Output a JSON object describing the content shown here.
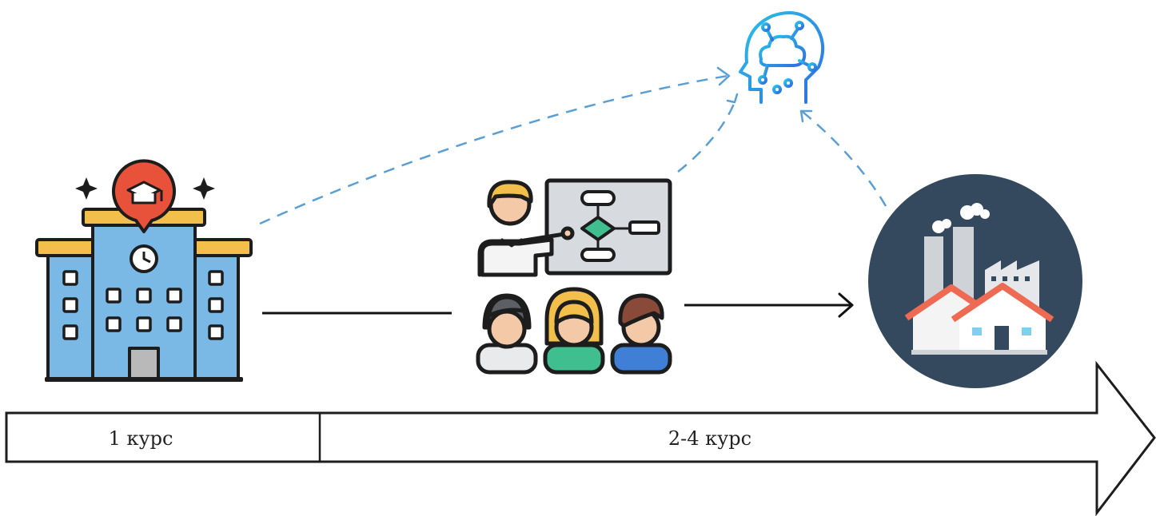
{
  "timeline": {
    "segments": [
      {
        "label": "1 курс"
      },
      {
        "label": "2-4 курс"
      }
    ]
  },
  "nodes": [
    {
      "name": "university",
      "icon": "university-building-icon"
    },
    {
      "name": "classroom",
      "icon": "teacher-presentation-icon"
    },
    {
      "name": "industry",
      "icon": "factory-icon"
    },
    {
      "name": "ai",
      "icon": "ai-brain-icon"
    }
  ],
  "colors": {
    "dash": "#5a9fd4",
    "building": "#7ab8e6",
    "roof": "#f2c04a",
    "badge": "#e8523a",
    "factory_bg": "#34495e",
    "ai": "#1fb6e0"
  }
}
